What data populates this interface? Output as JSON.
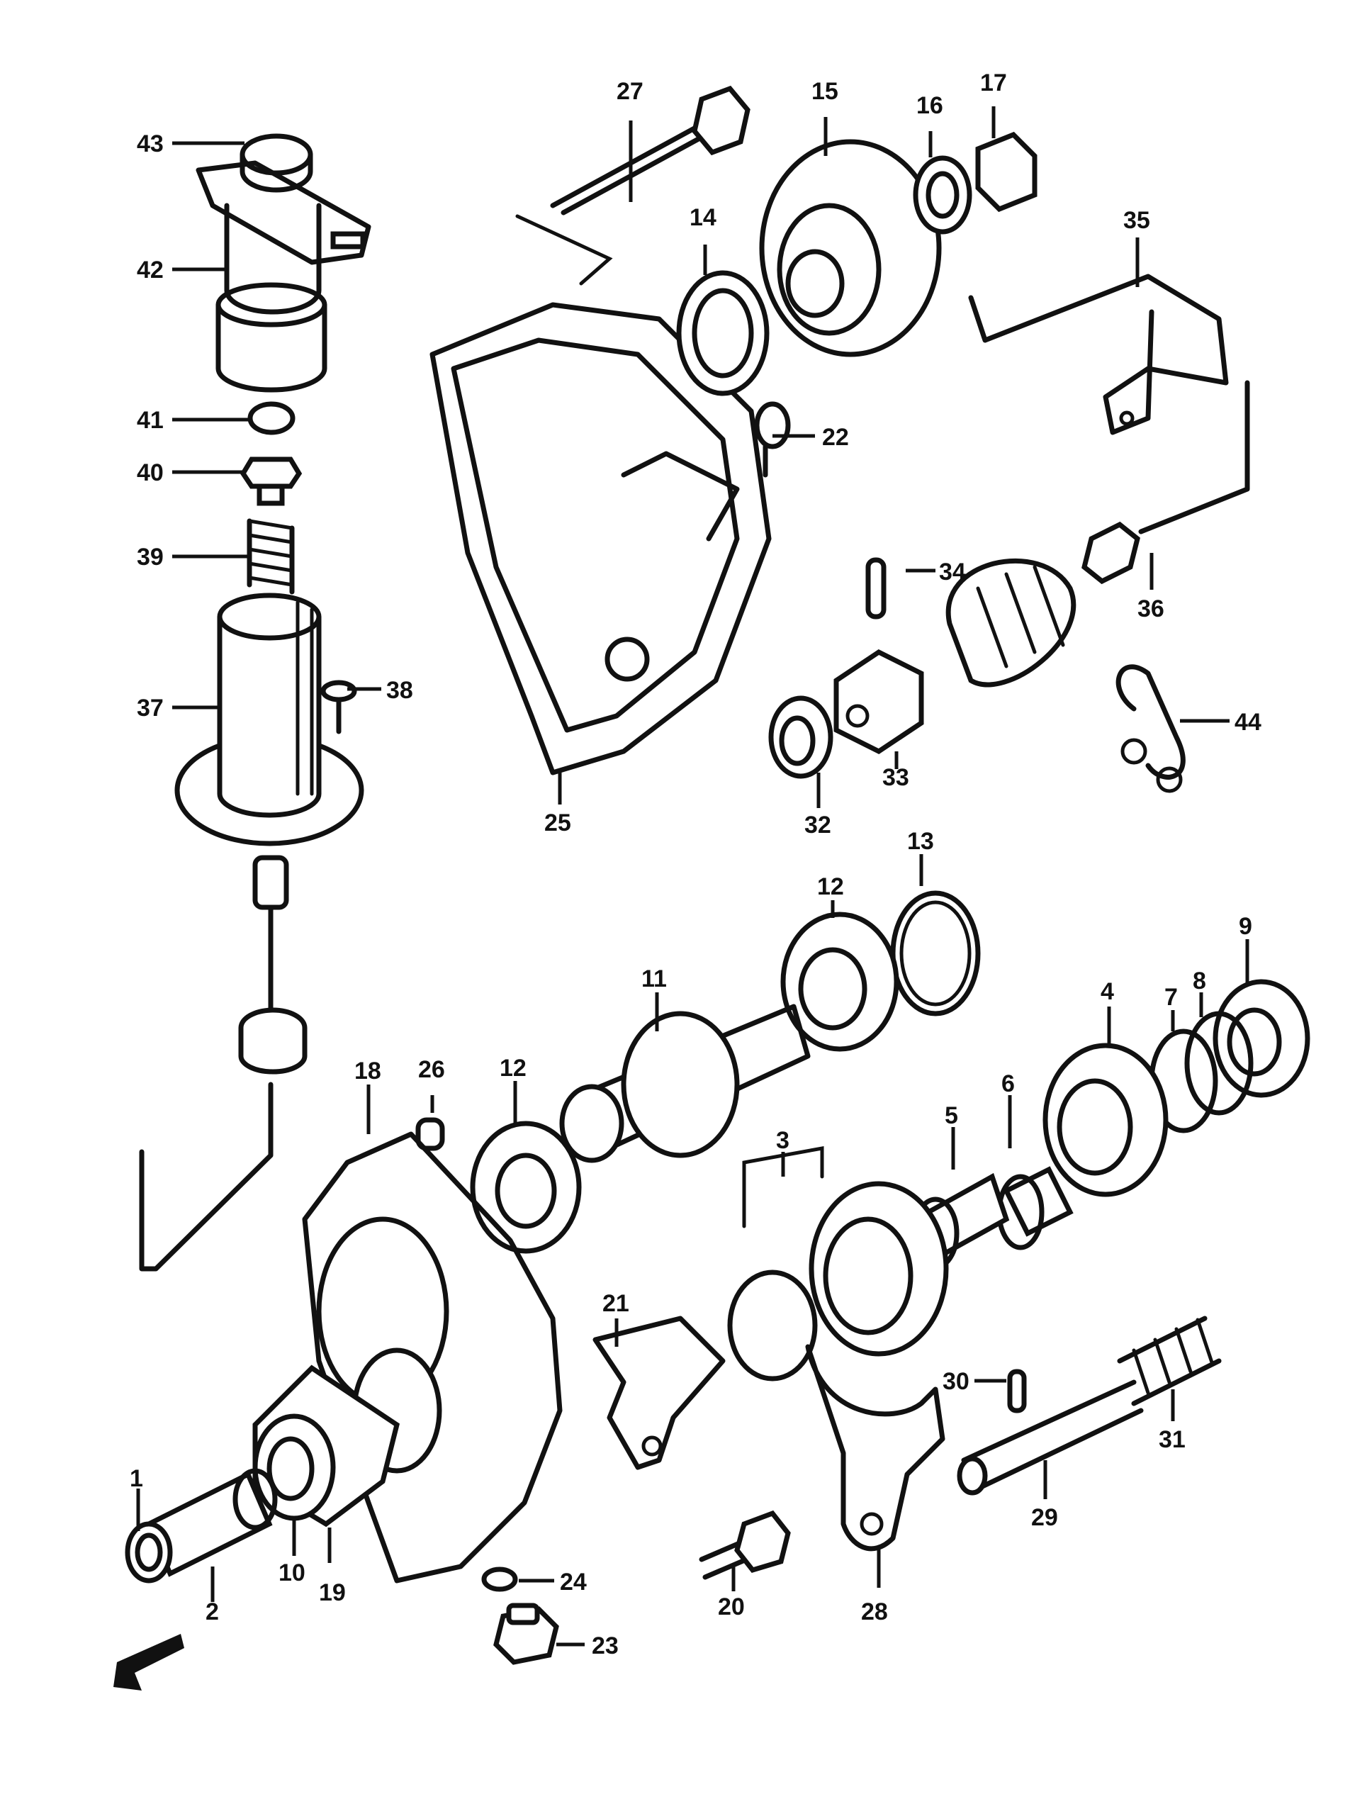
{
  "diagram": {
    "callouts": [
      "1",
      "2",
      "3",
      "4",
      "5",
      "6",
      "7",
      "8",
      "9",
      "10",
      "11",
      "12",
      "12",
      "13",
      "14",
      "15",
      "16",
      "17",
      "18",
      "19",
      "20",
      "21",
      "22",
      "23",
      "24",
      "25",
      "26",
      "27",
      "28",
      "29",
      "30",
      "31",
      "32",
      "33",
      "34",
      "35",
      "36",
      "37",
      "38",
      "39",
      "40",
      "41",
      "42",
      "43",
      "44"
    ]
  }
}
